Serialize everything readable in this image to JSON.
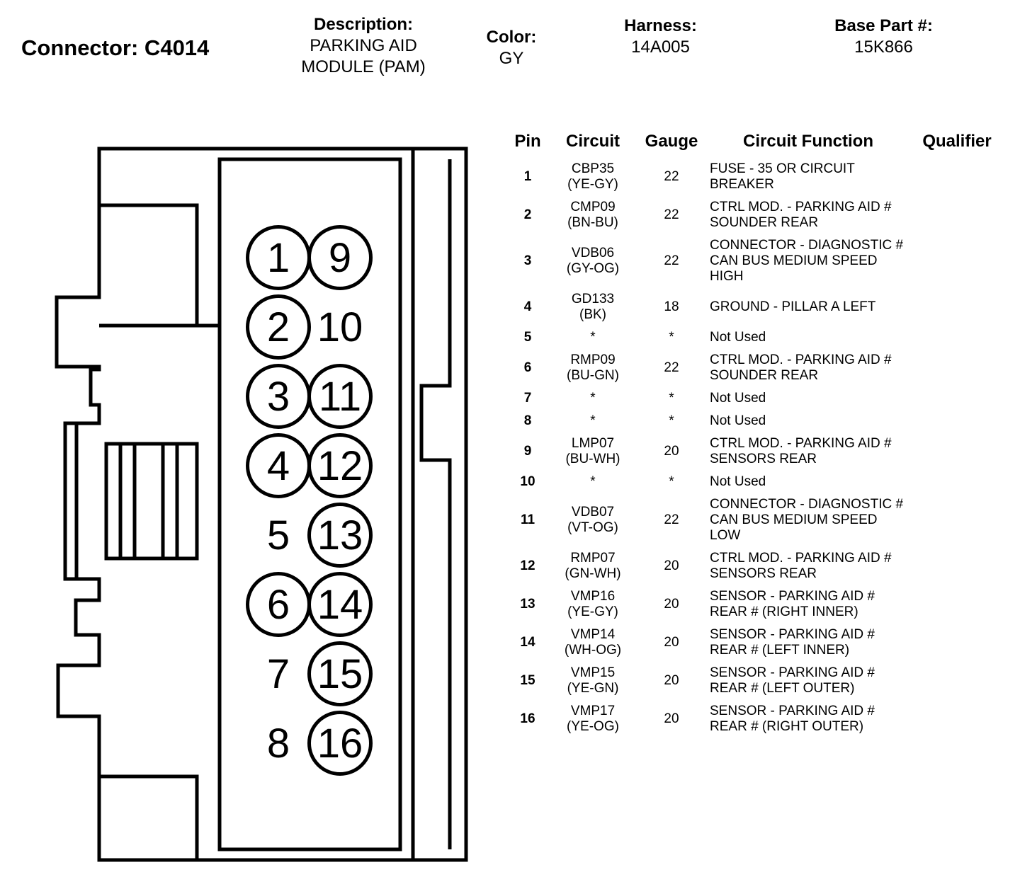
{
  "colors": {
    "ink": "#000000",
    "paper": "#ffffff"
  },
  "header": {
    "connector_label": "Connector: C4014",
    "description_label": "Description:",
    "description_value": "PARKING AID MODULE (PAM)",
    "color_label": "Color:",
    "color_value": "GY",
    "harness_label": "Harness:",
    "harness_value": "14A005",
    "base_part_label": "Base Part #:",
    "base_part_value": "15K866"
  },
  "diagram": {
    "pins": [
      {
        "number": "1",
        "used": true
      },
      {
        "number": "2",
        "used": true
      },
      {
        "number": "3",
        "used": true
      },
      {
        "number": "4",
        "used": true
      },
      {
        "number": "5",
        "used": false
      },
      {
        "number": "6",
        "used": true
      },
      {
        "number": "7",
        "used": false
      },
      {
        "number": "8",
        "used": false
      },
      {
        "number": "9",
        "used": true
      },
      {
        "number": "10",
        "used": false
      },
      {
        "number": "11",
        "used": true
      },
      {
        "number": "12",
        "used": true
      },
      {
        "number": "13",
        "used": true
      },
      {
        "number": "14",
        "used": true
      },
      {
        "number": "15",
        "used": true
      },
      {
        "number": "16",
        "used": true
      }
    ]
  },
  "table": {
    "columns": [
      "Pin",
      "Circuit",
      "Gauge",
      "Circuit Function",
      "Qualifier"
    ],
    "rows": [
      {
        "pin": "1",
        "circuit": "CBP35",
        "circuit_color": "(YE-GY)",
        "gauge": "22",
        "function": "FUSE - 35 OR CIRCUIT BREAKER",
        "qualifier": ""
      },
      {
        "pin": "2",
        "circuit": "CMP09",
        "circuit_color": "(BN-BU)",
        "gauge": "22",
        "function": "CTRL MOD. - PARKING AID # SOUNDER REAR",
        "qualifier": ""
      },
      {
        "pin": "3",
        "circuit": "VDB06",
        "circuit_color": "(GY-OG)",
        "gauge": "22",
        "function": "CONNECTOR - DIAGNOSTIC # CAN BUS MEDIUM SPEED HIGH",
        "qualifier": ""
      },
      {
        "pin": "4",
        "circuit": "GD133",
        "circuit_color": "(BK)",
        "gauge": "18",
        "function": "GROUND - PILLAR A LEFT",
        "qualifier": ""
      },
      {
        "pin": "5",
        "circuit": "*",
        "circuit_color": "",
        "gauge": "*",
        "function": "Not Used",
        "qualifier": ""
      },
      {
        "pin": "6",
        "circuit": "RMP09",
        "circuit_color": "(BU-GN)",
        "gauge": "22",
        "function": "CTRL MOD. - PARKING AID # SOUNDER REAR",
        "qualifier": ""
      },
      {
        "pin": "7",
        "circuit": "*",
        "circuit_color": "",
        "gauge": "*",
        "function": "Not Used",
        "qualifier": ""
      },
      {
        "pin": "8",
        "circuit": "*",
        "circuit_color": "",
        "gauge": "*",
        "function": "Not Used",
        "qualifier": ""
      },
      {
        "pin": "9",
        "circuit": "LMP07",
        "circuit_color": "(BU-WH)",
        "gauge": "20",
        "function": "CTRL MOD. - PARKING AID # SENSORS REAR",
        "qualifier": ""
      },
      {
        "pin": "10",
        "circuit": "*",
        "circuit_color": "",
        "gauge": "*",
        "function": "Not Used",
        "qualifier": ""
      },
      {
        "pin": "11",
        "circuit": "VDB07",
        "circuit_color": "(VT-OG)",
        "gauge": "22",
        "function": "CONNECTOR - DIAGNOSTIC # CAN BUS MEDIUM SPEED LOW",
        "qualifier": ""
      },
      {
        "pin": "12",
        "circuit": "RMP07",
        "circuit_color": "(GN-WH)",
        "gauge": "20",
        "function": "CTRL MOD. - PARKING AID # SENSORS REAR",
        "qualifier": ""
      },
      {
        "pin": "13",
        "circuit": "VMP16",
        "circuit_color": "(YE-GY)",
        "gauge": "20",
        "function": "SENSOR - PARKING AID # REAR # (RIGHT INNER)",
        "qualifier": ""
      },
      {
        "pin": "14",
        "circuit": "VMP14",
        "circuit_color": "(WH-OG)",
        "gauge": "20",
        "function": "SENSOR - PARKING AID # REAR # (LEFT INNER)",
        "qualifier": ""
      },
      {
        "pin": "15",
        "circuit": "VMP15",
        "circuit_color": "(YE-GN)",
        "gauge": "20",
        "function": "SENSOR - PARKING AID # REAR # (LEFT OUTER)",
        "qualifier": ""
      },
      {
        "pin": "16",
        "circuit": "VMP17",
        "circuit_color": "(YE-OG)",
        "gauge": "20",
        "function": "SENSOR - PARKING AID # REAR # (RIGHT OUTER)",
        "qualifier": ""
      }
    ]
  }
}
